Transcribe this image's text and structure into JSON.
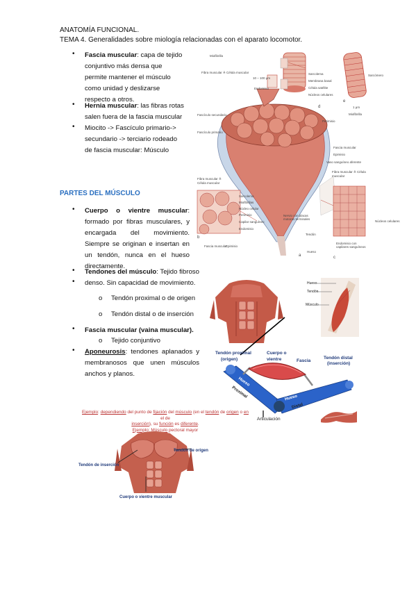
{
  "header": {
    "line1": "ANATOMÍA FUNCIONAL.",
    "line2": "TEMA 4. Generalidades sobre miología relacionadas con el aparato locomotor."
  },
  "intro_bullets": [
    {
      "term": "Fascia muscular",
      "l1": ": capa de tejido",
      "l2": "conjuntivo más densa que",
      "l3": "permite mantener el músculo",
      "l4": "como unidad y deslizarse",
      "l5": "respecto a otros."
    },
    {
      "term": "Hernia muscular",
      "l1": ": las fibras rotas",
      "l2": "salen fuera de la fascia muscular"
    },
    {
      "l1": "Miocito -> Fascículo primario->",
      "l2": "secundario -> terciario rodeado",
      "l3": "de fascia muscular: Músculo"
    }
  ],
  "section_title": "PARTES DEL MÚSCULO",
  "parts": {
    "cuerpo_term": "Cuerpo o vientre muscular",
    "cuerpo_l1_rest": ":",
    "cuerpo_l2": "formado por fibras musculares, y",
    "cuerpo_l3": "encargada del movimiento.",
    "cuerpo_l4": "Siempre se originan e insertan en",
    "cuerpo_l5": "un tendón, nunca en el hueso",
    "cuerpo_l6": "directamente.",
    "tendones_term": "Tendones del músculo",
    "tendones_rest": ": Tejido fibroso",
    "tendones_l2": "denso. Sin capacidad de movimiento.",
    "sub1": "Tendón proximal o de origen",
    "sub2": "Tendón distal o de inserción",
    "sub_marker": "o",
    "fascia_term": "Fascia muscular (vaina muscular).",
    "fascia_sub": "Tejido conjuntivo",
    "apo_term": "Aponeurosis",
    "apo_l1_rest": ": tendones aplanados y",
    "apo_l2": "membranosos que unen músculos",
    "apo_l3": "anchos y planos."
  },
  "diagram_top": {
    "miofibrilla": "Miofibrilla",
    "fibra_muscular": "Fibra muscular ≙ Célula muscular",
    "range": "10 – 100 μm",
    "endomisio": "Endomisio",
    "sarcolema": "Sarcolema",
    "membrana_basal": "Membrana basal",
    "celula_satelite": "Célula satélite",
    "nucleos": "Núcleos celulares",
    "d": "d",
    "sarcomero": "Sarcómero",
    "um": "1 μm",
    "e": "e",
    "miofibrilla2": "Miofibrilla",
    "fasc_sec": "Fascículo secundario",
    "perimisio": "Perimisio",
    "fasc_prim": "Fascículo primario",
    "fascia_muscular": "Fascia muscular",
    "epimisio": "Epimisio",
    "vaso": "Vaso sanguíneo aferente",
    "fibra2": "Fibra muscular ≙ Célula muscular",
    "sarcolema2": "Sarcolema",
    "miofibrillas": "Miofibrillas",
    "nucleo_cel": "Núcleo celular",
    "perimisio2": "Perimisio",
    "capilar": "Capilar sanguíneo",
    "endomisio2": "Endomisio",
    "b": "b",
    "fascia2": "Fascia muscular",
    "epimisio2": "Epimisio",
    "nervio": "Nervio con placas motoras terminales",
    "tendon": "Tendón",
    "hueso": "Hueso",
    "a": "a",
    "nucleos2": "Núcleos celulares",
    "endomisio3": "Endomisio con capilares sanguíneos",
    "c": "c"
  },
  "arm_labels": {
    "hueso": "Hueso",
    "tendon": "Tendón",
    "musculo": "Músculo"
  },
  "schematic": {
    "tendon_prox": "Tendón proximal",
    "origen": "(origen)",
    "cuerpo": "Cuerpo o",
    "vientre": "vientre",
    "fascia": "Fascia",
    "tendon_dist": "Tendón distal",
    "insercion": "(inserción)",
    "hueso1": "Hueso",
    "proximal": "Proximal",
    "hueso2": "Hueso",
    "distal": "Distal",
    "articulacion": "Articulación"
  },
  "example": {
    "p1": "Ejemplo",
    "p2": ": ",
    "p3": "dependiendo",
    "p4": " del punto de ",
    "p5": "fijación",
    "p6": " del ",
    "p7": "músculo",
    "p8": " (en el ",
    "p9": "tendón",
    "p10": " de ",
    "p11": "origen",
    "p12": " o ",
    "p13": "en",
    "p14": " el de",
    "line2a": "inserción",
    "line2b": "), su ",
    "line2c": "función",
    "line2d": " es ",
    "line2e": "diferente",
    "line2f": ".",
    "line3a": "Ejemplo",
    "line3b": ": ",
    "line3c": "Músculo",
    "line3d": " pectoral mayor",
    "lbl_insercion": "Tendón de inserción",
    "lbl_origen": "Tendón de origen",
    "lbl_cuerpo": "Cuerpo o vientre muscular"
  },
  "colors": {
    "section": "#2a6fc0",
    "muscle": "#c0473b",
    "bone": "#2b63c9",
    "label_blue": "#1f3a7a"
  }
}
